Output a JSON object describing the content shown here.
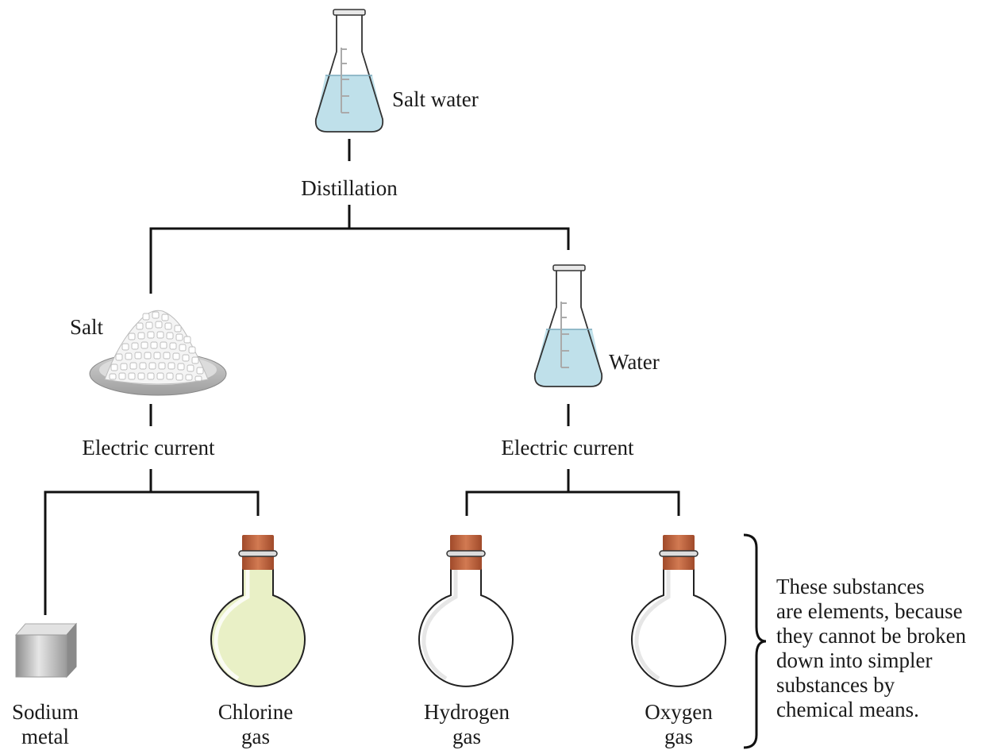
{
  "nodes": {
    "salt_water": "Salt water",
    "distillation": "Distillation",
    "salt": "Salt",
    "water": "Water",
    "electric_current_left": "Electric current",
    "electric_current_right": "Electric current",
    "sodium_line1": "Sodium",
    "sodium_line2": "metal",
    "chlorine_line1": "Chlorine",
    "chlorine_line2": "gas",
    "hydrogen_line1": "Hydrogen",
    "hydrogen_line2": "gas",
    "oxygen_line1": "Oxygen",
    "oxygen_line2": "gas"
  },
  "note": {
    "line1": "These substances",
    "line2": "are elements, because",
    "line3": "they cannot be broken",
    "line4": "down into simpler",
    "line5": "substances by",
    "line6": "chemical means."
  },
  "colors": {
    "water_fill": "#bfe0ea",
    "chlorine_fill": "#e9f0c6",
    "cork": "#c0643e",
    "connector": "#111111"
  }
}
